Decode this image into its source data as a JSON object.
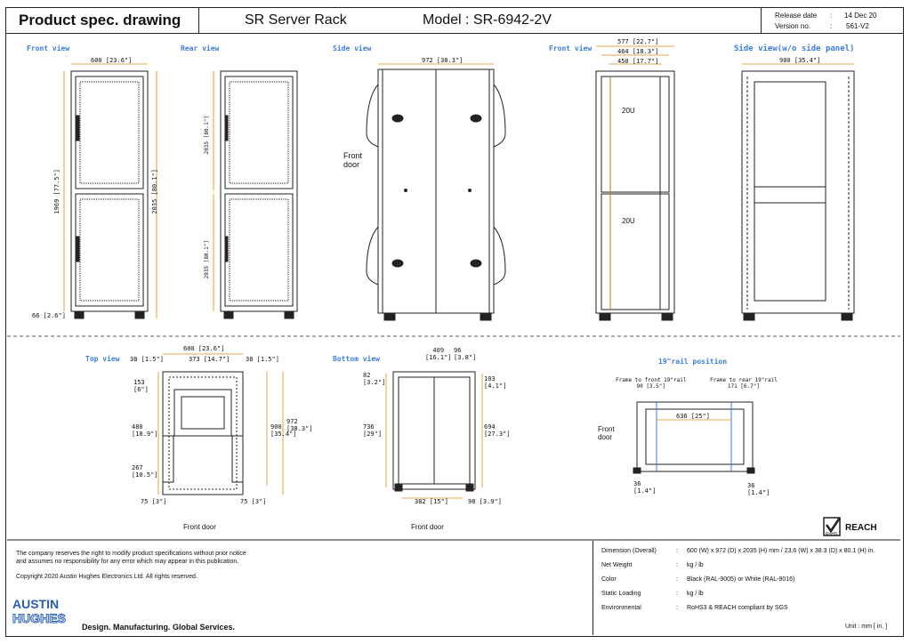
{
  "header": {
    "doc_type": "Product spec. drawing",
    "product": "SR Server Rack",
    "model": "Model : SR-6942-2V",
    "release_label": "Release date",
    "release_value": "14 Dec 20",
    "version_label": "Version no.",
    "version_value": "561-V2",
    "colon": ":"
  },
  "views": {
    "front": "Front view",
    "rear": "Rear view",
    "side": "Side view",
    "front2": "Front view",
    "side_no_panel": "Side view(w/o side panel)",
    "top": "Top view",
    "bottom": "Bottom view",
    "rail": "19\"rail position"
  },
  "dims": {
    "front_w": "600 [23.6\"]",
    "front_h1": "1969 [77.5\"]",
    "front_h2": "2035 [80.1\"]",
    "front_foot": "66 [2.6\"]",
    "rear_h1": "2035 [80.1\"]",
    "rear_h2": "2035 [80.1\"]",
    "side_d": "972 [38.3\"]",
    "front_door": "Front\ndoor",
    "f2_w1": "577 [22.7\"]",
    "f2_w2": "464 [18.3\"]",
    "f2_w3": "450 [17.7\"]",
    "u_top": "20U",
    "u_bottom": "20U",
    "side2_d": "900 [35.4\"]",
    "top_w": "600 [23.6\"]",
    "top_a": "38 [1.5\"]",
    "top_b": "373 [14.7\"]",
    "top_c": "38 [1.5\"]",
    "top_153": "153\n[6\"]",
    "top_480": "480\n[18.9\"]",
    "top_267": "267\n[10.5\"]",
    "top_900": "900\n[35.4\"]",
    "top_972": "972\n[38.3\"]",
    "top_75a": "75 [3\"]",
    "top_75b": "75 [3\"]",
    "front_door_top": "Front door",
    "bot_409": "409\n[16.1\"]",
    "bot_96": "96\n[3.8\"]",
    "bot_82": "82\n[3.2\"]",
    "bot_103": "103\n[4.1\"]",
    "bot_736": "736\n[29\"]",
    "bot_694": "694\n[27.3\"]",
    "bot_382": "382 [15\"]",
    "bot_98": "98 [3.9\"]",
    "front_door_bot": "Front door",
    "rail_f": "Frame to front 19\"rail\n90 [3.5\"]",
    "rail_r": "Frame to rear 19\"rail\n171 [6.7\"]",
    "rail_636": "636 [25\"]",
    "rail_36a": "36\n[1.4\"]",
    "rail_36b": "36\n[1.4\"]",
    "rail_door": "Front\ndoor"
  },
  "reach": {
    "label": "REACH",
    "sub": "RoHS"
  },
  "footer": {
    "disclaimer": "The company reserves the right to modify product specifications without prior notice\nand assumes no responsibility for any error which may appear in this publication.",
    "copyright": "Copyright 2020 Austin Hughes Electronics Ltd. All rights reserved.",
    "logo_top": "AUSTIN",
    "logo_bottom": "HUGHES",
    "tagline": "Design. Manufacturing. Global Services."
  },
  "specs": [
    {
      "label": "Dimension (Overall)",
      "colon": ":",
      "value": "600 (W) x 972 (D) x 2035 (H) mm / 23.6 (W) x 38.3 (D) x 80.1 (H) in."
    },
    {
      "label": "Net Weight",
      "colon": ":",
      "value": "kg /     lb"
    },
    {
      "label": "Color",
      "colon": ":",
      "value": "Black (RAL-9005) or White (RAL-9016)"
    },
    {
      "label": "Static Loading",
      "colon": ":",
      "value": "kg /     lb"
    },
    {
      "label": "Environmental",
      "colon": ":",
      "value": "RoHS3 & REACH compliant by SGS"
    }
  ],
  "unit": "Unit : mm [ in. ]",
  "colors": {
    "label_blue": "#3b7dd8",
    "dim_orange": "#e08a1e",
    "line": "#222222"
  }
}
